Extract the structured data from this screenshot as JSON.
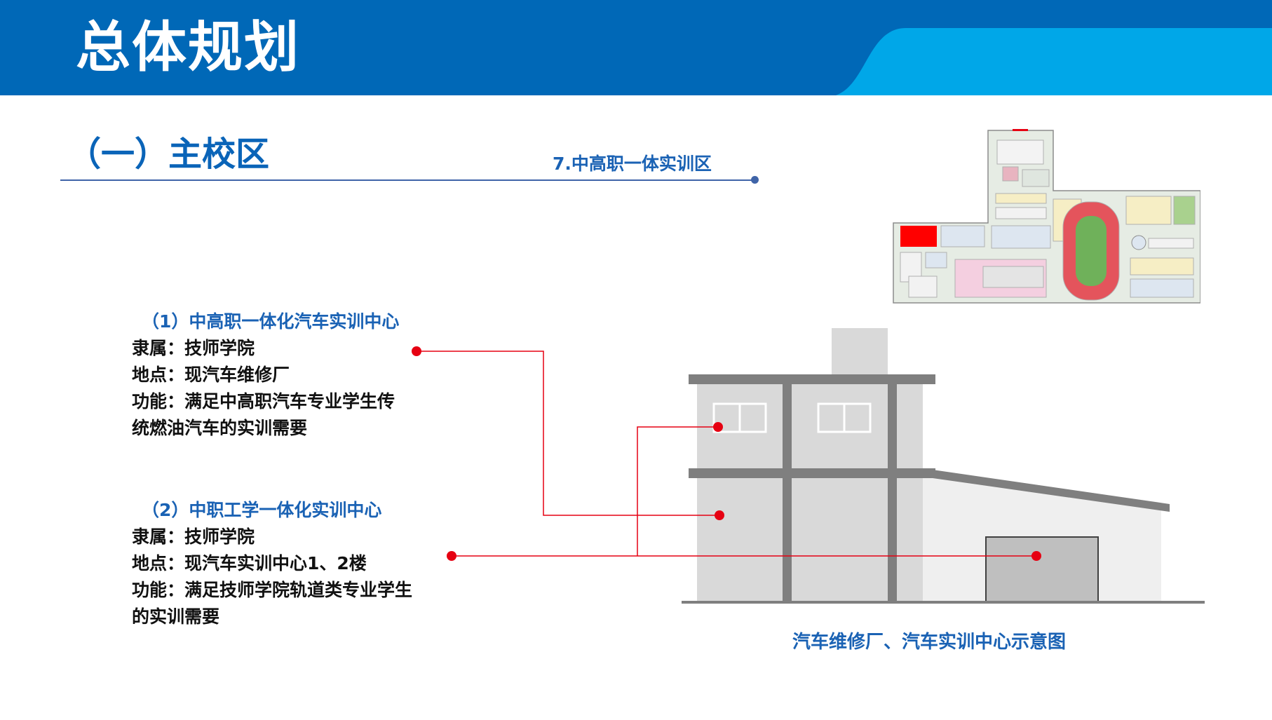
{
  "header": {
    "title": "总体规划"
  },
  "section": {
    "title": "（一）主校区",
    "subtitle": "7.中高职一体实训区"
  },
  "items": [
    {
      "title": "（1）中高职一体化汽车实训中心",
      "affiliation": "隶属：技师学院",
      "location": "地点：现汽车维修厂",
      "function_line1": "功能：满足中高职汽车专业学生传",
      "function_line2": "统燃油汽车的实训需要"
    },
    {
      "title": "（2）中职工学一体化实训中心",
      "affiliation": "隶属：技师学院",
      "location": "地点：现汽车实训中心1、2楼",
      "function_line1": "功能：满足技师学院轨道类专业学生",
      "function_line2": "的实训需要"
    }
  ],
  "diagram": {
    "caption": "汽车维修厂、汽车实训中心示意图"
  },
  "colors": {
    "header_blue": "#0068b7",
    "header_accent": "#00a7e8",
    "title_blue": "#1a62b4",
    "marker_red": "#e60012",
    "building_grey": "#d9d9d9",
    "beam_grey": "#7f7f7f"
  }
}
